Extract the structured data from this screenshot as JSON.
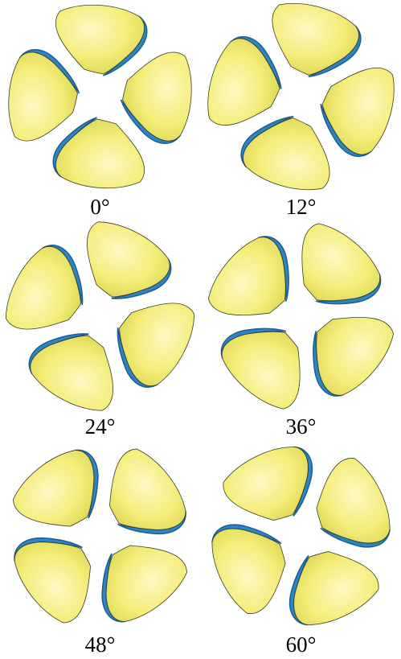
{
  "figure": {
    "panels": [
      {
        "label": "0°",
        "rotation_deg": 0
      },
      {
        "label": "12°",
        "rotation_deg": 12
      },
      {
        "label": "24°",
        "rotation_deg": 24
      },
      {
        "label": "36°",
        "rotation_deg": 36
      },
      {
        "label": "48°",
        "rotation_deg": 48
      },
      {
        "label": "60°",
        "rotation_deg": 60
      }
    ]
  },
  "colors": {
    "blade_face": "#f4ee7a",
    "blade_highlight": "#fbf9c4",
    "blade_shadow": "#d6d24a",
    "blade_edge": "#2d86c2",
    "blade_edge_dark": "#1a5f92",
    "outline": "#3a3a2a"
  }
}
